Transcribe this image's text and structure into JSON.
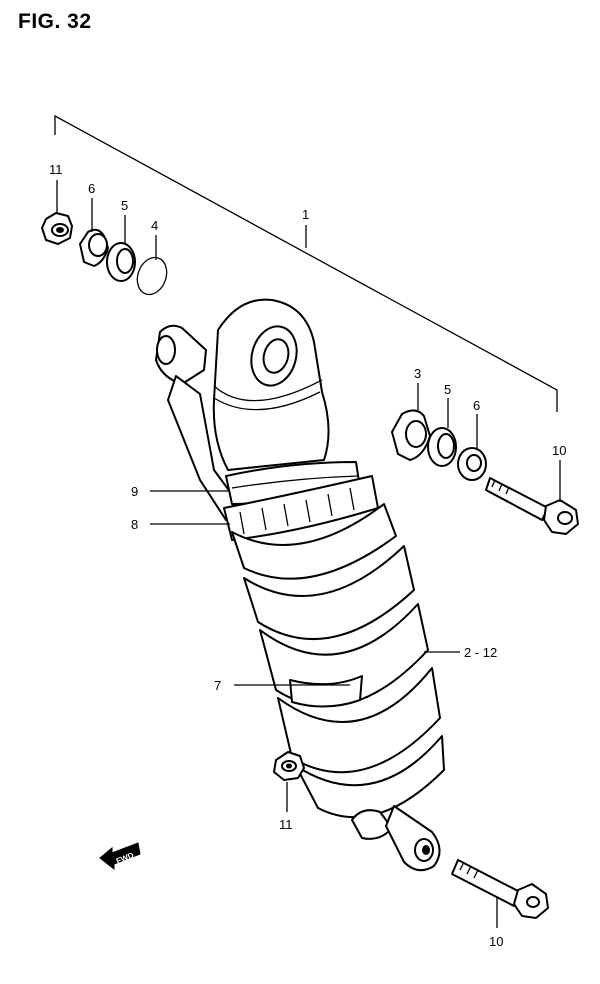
{
  "figure": {
    "title": "FIG. 32"
  },
  "callouts": [
    {
      "id": "c11a",
      "text": "11"
    },
    {
      "id": "c6a",
      "text": "6"
    },
    {
      "id": "c5a",
      "text": "5"
    },
    {
      "id": "c4",
      "text": "4"
    },
    {
      "id": "c1",
      "text": "1"
    },
    {
      "id": "c3",
      "text": "3"
    },
    {
      "id": "c5b",
      "text": "5"
    },
    {
      "id": "c6b",
      "text": "6"
    },
    {
      "id": "c10a",
      "text": "10"
    },
    {
      "id": "c9",
      "text": "9"
    },
    {
      "id": "c8",
      "text": "8"
    },
    {
      "id": "c2_12",
      "text": "2 - 12"
    },
    {
      "id": "c7",
      "text": "7"
    },
    {
      "id": "c11b",
      "text": "11"
    },
    {
      "id": "c10b",
      "text": "10"
    }
  ],
  "fwd_arrow": {
    "text": "FWD"
  }
}
